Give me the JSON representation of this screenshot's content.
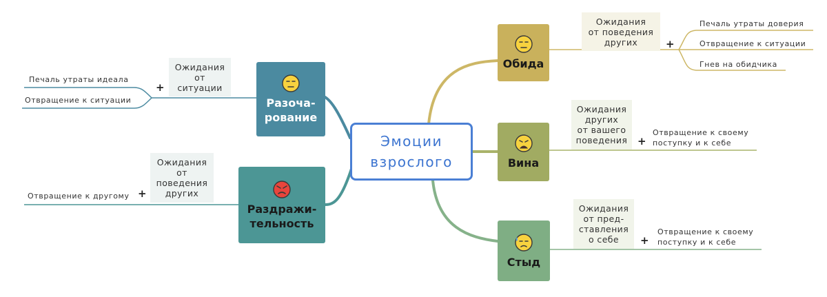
{
  "central": {
    "label": "Эмоции\nвзрослого",
    "color": "#4a7fd4"
  },
  "nodes": {
    "obida": {
      "label": "Обида",
      "color": "#c9b15c",
      "text_color": "#1a1a1a",
      "icon": "unamused-face-icon"
    },
    "vina": {
      "label": "Вина",
      "color": "#a1ab62",
      "text_color": "#1a1a1a",
      "icon": "weary-face-icon"
    },
    "styd": {
      "label": "Стыд",
      "color": "#7fae84",
      "text_color": "#1a1a1a",
      "icon": "sweat-face-icon"
    },
    "razocharovanie": {
      "label": "Разоча-\nрование",
      "color": "#4b8aa0",
      "text_color": "#ffffff",
      "icon": "unamused-face-icon"
    },
    "razdrazhitelnost": {
      "label": "Раздражи-\nтельность",
      "color": "#4c9695",
      "text_color": "#1a1a1a",
      "icon": "angry-face-icon"
    }
  },
  "expectations": {
    "obida": "Ожидания\nот поведения\nдругих",
    "vina": "Ожидания\nдругих\nот вашего\nповедения",
    "styd": "Ожидания\nот пред-\nставления\nо себе",
    "razocharovanie": "Ожидания\nот\nситуации",
    "razdrazhitelnost": "Ожидания\nот\nповедения\nдругих"
  },
  "plus_sign": "+",
  "leaves": {
    "obida": [
      "Печаль утраты доверия",
      "Отвращение к ситуации",
      "Гнев на обидчика"
    ],
    "vina": [
      "Отвращение к своему\nпоступку и к себе"
    ],
    "styd": [
      "Отвращение к своему\nпоступку и к себе"
    ],
    "razocharovanie": [
      "Печаль утраты идеала",
      "Отвращение к ситуации"
    ],
    "razdrazhitelnost": [
      "Отвращение к другому"
    ]
  }
}
